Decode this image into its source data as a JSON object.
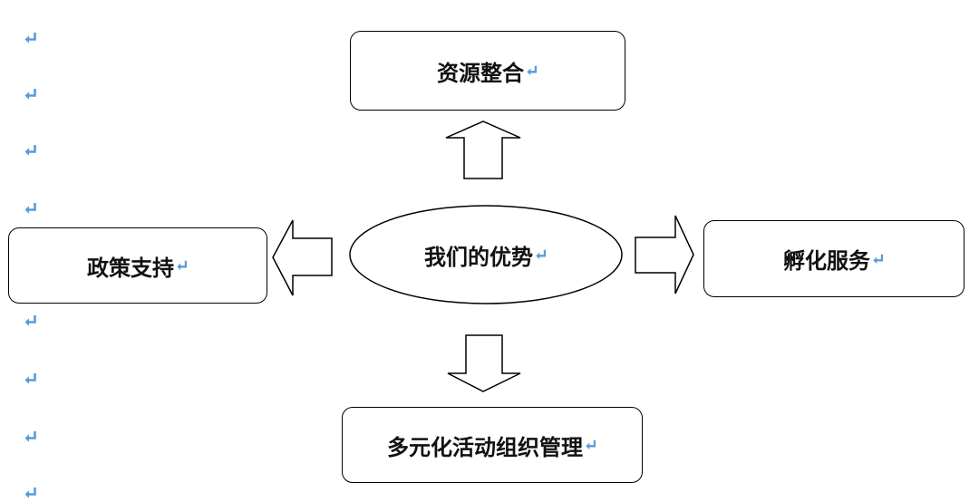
{
  "diagram": {
    "center": "我们的优势",
    "top": "资源整合",
    "left": "政策支持",
    "right": "孵化服务",
    "bottom": "多元化活动组织管理"
  },
  "colors": {
    "paragraph_mark": "#5b9bd5",
    "line": "#000000"
  },
  "icons": {
    "paragraph_mark": "return-arrow-icon"
  }
}
